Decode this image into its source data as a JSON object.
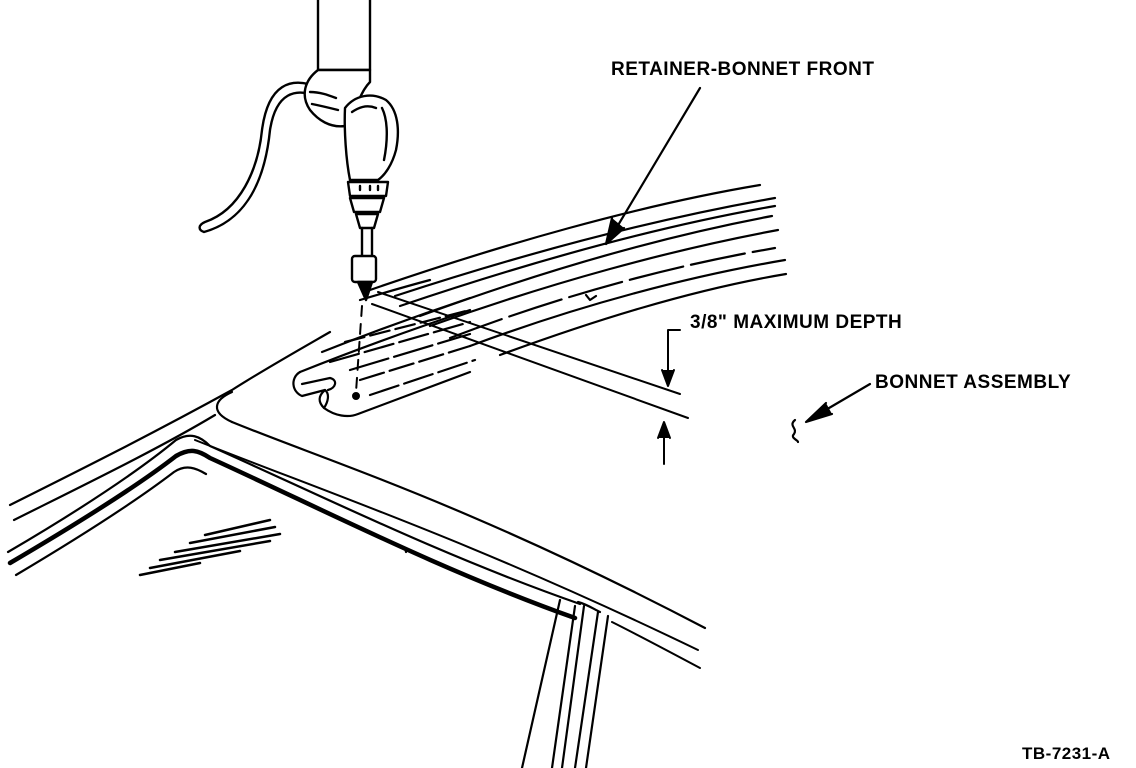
{
  "labels": {
    "retainer": "RETAINER-BONNET FRONT",
    "depth": "3/8\" MAXIMUM DEPTH",
    "bonnet": "BONNET ASSEMBLY",
    "figure_id": "TB-7231-A"
  },
  "colors": {
    "ink": "#000000",
    "paper": "#ffffff"
  }
}
